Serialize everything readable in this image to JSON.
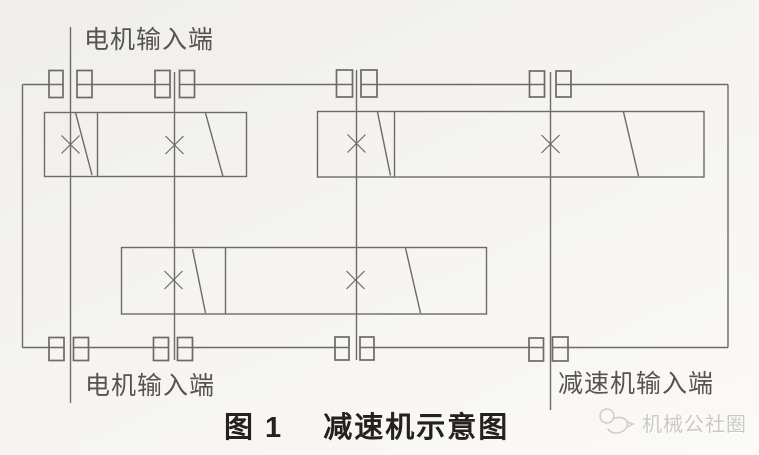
{
  "figure": {
    "kind": "scanned gear-reducer schematic diagram",
    "caption": {
      "figure_no": "图 1",
      "title": "减速机示意图"
    },
    "labels": {
      "motor_input_top": "电机输入端",
      "motor_input_bottom": "电机输入端",
      "reducer_input_bottom": "减速机输入端"
    },
    "watermark": {
      "text": "机械公社圈",
      "logo_icon": "chick-sketch-icon"
    }
  },
  "colors": {
    "line": "#6e6a66",
    "label_text": "#57534e",
    "caption_text": "#24211e",
    "watermark": "#ccc9c4",
    "page_bg": "#f4f3f0"
  }
}
